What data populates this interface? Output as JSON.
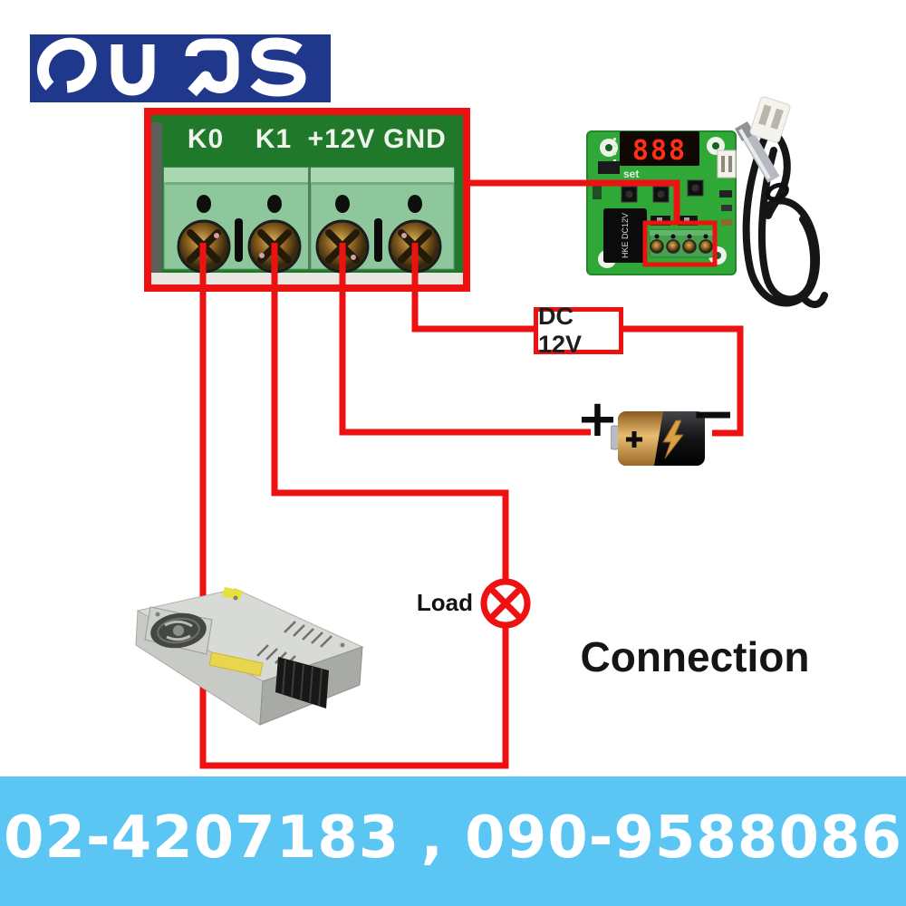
{
  "logo": {
    "text": "OUQS",
    "bg_color": "#20388c"
  },
  "terminal_photo": {
    "labels": [
      "K0",
      "K1",
      "+12V",
      "GND"
    ]
  },
  "controller_board": {
    "display_value": "888",
    "set_label": "set",
    "relay_text": "HKE DC12V"
  },
  "wiring": {
    "dc_label": "DC 12V",
    "battery_plus": "+",
    "battery_minus": "−",
    "load_label": "Load",
    "wire_color": "#ee1111"
  },
  "title": "Connection",
  "footer": {
    "phone_text": "02-4207183 , 090-9588086",
    "bg_color": "#5bc6f3"
  },
  "colors": {
    "logo_blue": "#20388c",
    "banner_blue": "#5bc6f3",
    "wire_red": "#ee1111",
    "pcb_green": "#2fa838",
    "terminal_green": "#8dc79b"
  }
}
